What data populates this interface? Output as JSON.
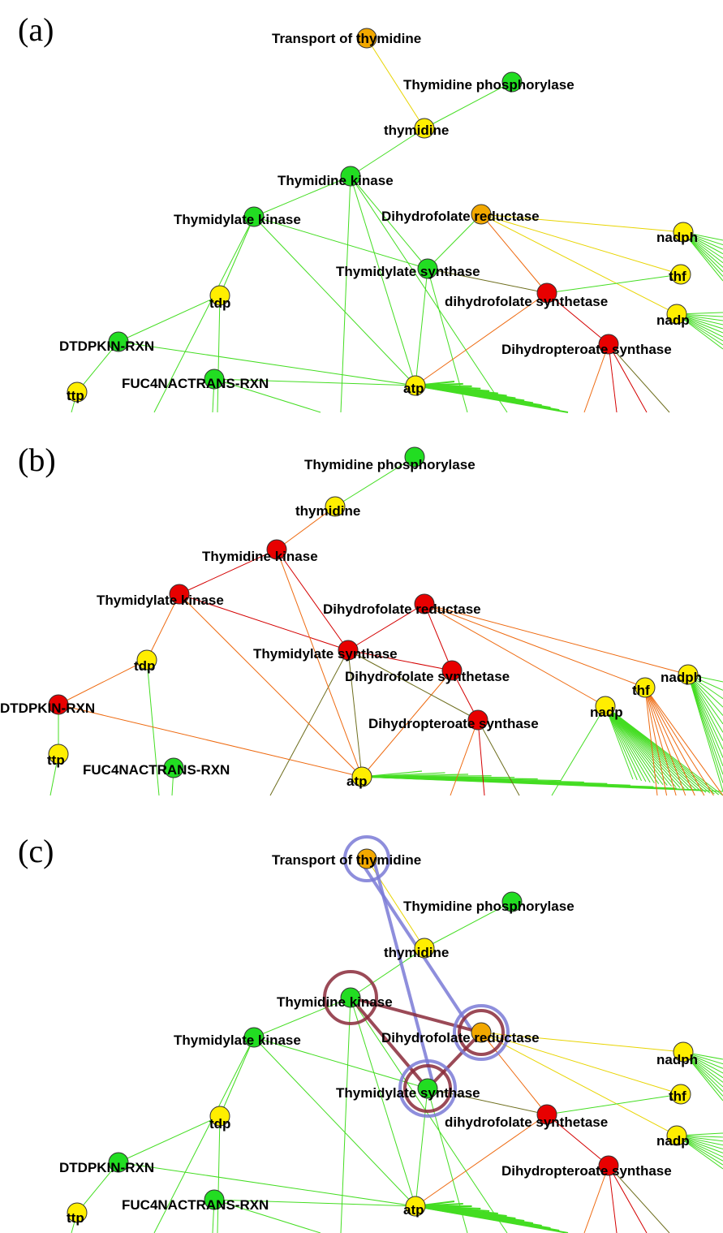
{
  "colors": {
    "green": "#22dd22",
    "yellow": "#ffee00",
    "orange": "#f2a800",
    "red": "#e80000",
    "edge_green": "#44dd22",
    "edge_yellow": "#e8d400",
    "edge_orange": "#ee6a10",
    "edge_red": "#d40000",
    "edge_olive": "#6e6e1e",
    "ring_blue": "#7a7ad6",
    "ring_maroon": "#8a2a3a"
  },
  "panels": [
    {
      "label": "(a)",
      "nodes": [
        {
          "id": "transport",
          "label": "Transport of thymidine",
          "color": "orange"
        },
        {
          "id": "tp",
          "label": "Thymidine phosphorylase",
          "color": "green"
        },
        {
          "id": "thymidine",
          "label": "thymidine",
          "color": "yellow"
        },
        {
          "id": "tk",
          "label": "Thymidine kinase",
          "color": "green"
        },
        {
          "id": "tmk",
          "label": "Thymidylate kinase",
          "color": "green"
        },
        {
          "id": "dhfr",
          "label": "Dihydrofolate reductase",
          "color": "orange"
        },
        {
          "id": "nadph",
          "label": "nadph",
          "color": "yellow"
        },
        {
          "id": "ts",
          "label": "Thymidylate synthase",
          "color": "green"
        },
        {
          "id": "thf",
          "label": "thf",
          "color": "yellow"
        },
        {
          "id": "dhfs",
          "label": "dihydrofolate synthetase",
          "color": "red"
        },
        {
          "id": "tdp",
          "label": "tdp",
          "color": "yellow"
        },
        {
          "id": "nadp",
          "label": "nadp",
          "color": "yellow"
        },
        {
          "id": "dtdpkin",
          "label": "DTDPKIN-RXN",
          "color": "green"
        },
        {
          "id": "dhps",
          "label": "Dihydropteroate synthase",
          "color": "red"
        },
        {
          "id": "fuc",
          "label": "FUC4NACTRANS-RXN",
          "color": "green"
        },
        {
          "id": "atp",
          "label": "atp",
          "color": "yellow"
        },
        {
          "id": "ttp",
          "label": "ttp",
          "color": "yellow"
        }
      ]
    },
    {
      "label": "(b)",
      "nodes": [
        {
          "id": "tp",
          "label": "Thymidine phosphorylase",
          "color": "green"
        },
        {
          "id": "thymidine",
          "label": "thymidine",
          "color": "yellow"
        },
        {
          "id": "tk",
          "label": "Thymidine kinase",
          "color": "red"
        },
        {
          "id": "tmk",
          "label": "Thymidylate kinase",
          "color": "red"
        },
        {
          "id": "dhfr",
          "label": "Dihydrofolate reductase",
          "color": "red"
        },
        {
          "id": "ts",
          "label": "Thymidylate synthase",
          "color": "red"
        },
        {
          "id": "tdp",
          "label": "tdp",
          "color": "yellow"
        },
        {
          "id": "dhfs",
          "label": "Dihydrofolate synthetase",
          "color": "red"
        },
        {
          "id": "nadph",
          "label": "nadph",
          "color": "yellow"
        },
        {
          "id": "thf",
          "label": "thf",
          "color": "yellow"
        },
        {
          "id": "dtdpkin",
          "label": "DTDPKIN-RXN",
          "color": "red"
        },
        {
          "id": "nadp",
          "label": "nadp",
          "color": "yellow"
        },
        {
          "id": "dhps",
          "label": "Dihydropteroate synthase",
          "color": "red"
        },
        {
          "id": "ttp",
          "label": "ttp",
          "color": "yellow"
        },
        {
          "id": "fuc",
          "label": "FUC4NACTRANS-RXN",
          "color": "green"
        },
        {
          "id": "atp",
          "label": "atp",
          "color": "yellow"
        }
      ]
    },
    {
      "label": "(c)",
      "nodes": [
        {
          "id": "transport",
          "label": "Transport of thymidine",
          "color": "orange"
        },
        {
          "id": "tp",
          "label": "Thymidine phosphorylase",
          "color": "green"
        },
        {
          "id": "thymidine",
          "label": "thymidine",
          "color": "yellow"
        },
        {
          "id": "tk",
          "label": "Thymidine kinase",
          "color": "green"
        },
        {
          "id": "tmk",
          "label": "Thymidylate kinase",
          "color": "green"
        },
        {
          "id": "dhfr",
          "label": "Dihydrofolate reductase",
          "color": "orange"
        },
        {
          "id": "nadph",
          "label": "nadph",
          "color": "yellow"
        },
        {
          "id": "ts",
          "label": "Thymidylate synthase",
          "color": "green"
        },
        {
          "id": "thf",
          "label": "thf",
          "color": "yellow"
        },
        {
          "id": "dhfs",
          "label": "dihydrofolate synthetase",
          "color": "red"
        },
        {
          "id": "tdp",
          "label": "tdp",
          "color": "yellow"
        },
        {
          "id": "nadp",
          "label": "nadp",
          "color": "yellow"
        },
        {
          "id": "dtdpkin",
          "label": "DTDPKIN-RXN",
          "color": "green"
        },
        {
          "id": "dhps",
          "label": "Dihydropteroate synthase",
          "color": "red"
        },
        {
          "id": "fuc",
          "label": "FUC4NACTRANS-RXN",
          "color": "green"
        },
        {
          "id": "atp",
          "label": "atp",
          "color": "yellow"
        },
        {
          "id": "ttp",
          "label": "ttp",
          "color": "yellow"
        }
      ]
    }
  ]
}
